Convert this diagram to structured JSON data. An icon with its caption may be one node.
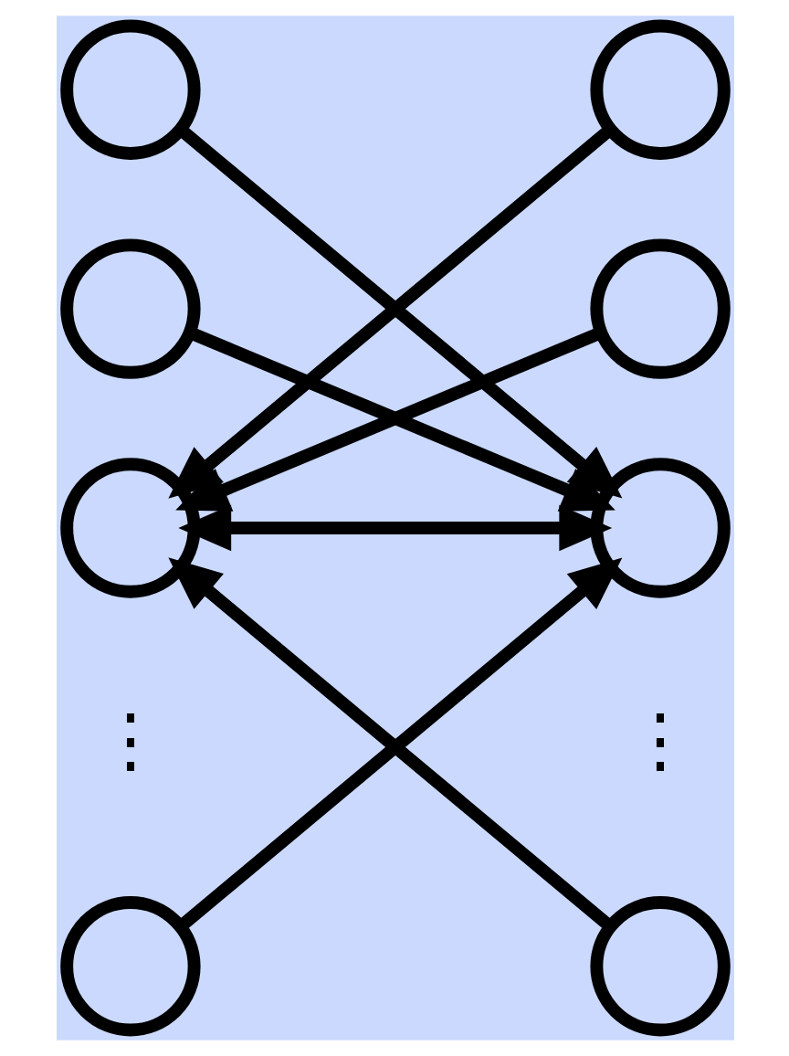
{
  "diagram": {
    "nodes": [
      {
        "text": [],
        "shape": "circle"
      },
      {
        "text": [],
        "shape": "circle"
      },
      {
        "text": [],
        "shape": "circle"
      },
      {
        "text": [],
        "shape": "circle"
      },
      {
        "text": [],
        "shape": "circle"
      },
      {
        "text": [],
        "shape": "circle"
      },
      {
        "text": [],
        "shape": "circle"
      },
      {
        "text": [],
        "shape": "circle"
      }
    ],
    "edges": [
      {
        "from": 0,
        "to": 5,
        "arrow": "to"
      },
      {
        "from": 2,
        "to": 5,
        "arrow": "to"
      },
      {
        "from": 6,
        "to": 5,
        "arrow": "to"
      },
      {
        "from": 4,
        "to": 5,
        "arrow": "both"
      },
      {
        "from": 1,
        "to": 4,
        "arrow": "to"
      },
      {
        "from": 3,
        "to": 4,
        "arrow": "to"
      },
      {
        "from": 7,
        "to": 4,
        "arrow": "to"
      }
    ],
    "labels": [
      "⋮",
      "⋮"
    ]
  }
}
